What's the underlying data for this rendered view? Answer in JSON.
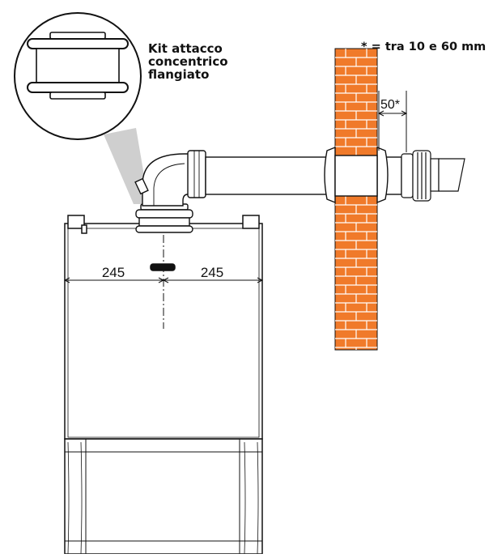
{
  "callout": {
    "label": "Kit attacco\nconcentrico\nflangiato"
  },
  "note": {
    "text": "* = tra 10 e 60 mm"
  },
  "dimensions": {
    "left_width": "245",
    "right_width": "245",
    "wall_offset": "50*"
  },
  "colors": {
    "brick": "#f07a2a",
    "mortar": "#ffffff",
    "outline": "#111111",
    "callout_cone": "#cfcfcf",
    "pipe_fill": "#ffffff"
  }
}
